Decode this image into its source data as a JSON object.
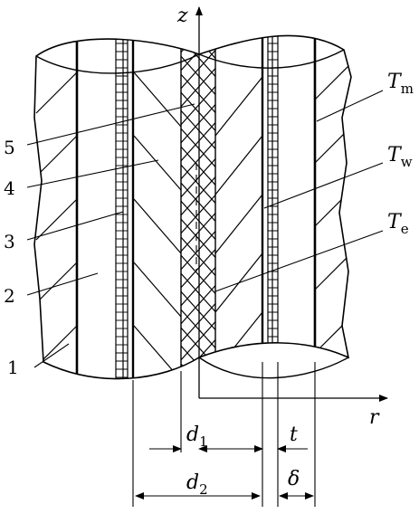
{
  "figure": {
    "axis_labels": {
      "vertical": "z",
      "horizontal": "r"
    },
    "layer_labels": [
      "1",
      "2",
      "3",
      "4",
      "5"
    ],
    "temperatures": [
      {
        "symbol": "T",
        "subscript": "m"
      },
      {
        "symbol": "T",
        "subscript": "w"
      },
      {
        "symbol": "T",
        "subscript": "e"
      }
    ],
    "dimensions": [
      {
        "symbol": "d",
        "subscript": "1"
      },
      {
        "symbol": "t",
        "subscript": ""
      },
      {
        "symbol": "d",
        "subscript": "2"
      },
      {
        "symbol": "δ",
        "subscript": ""
      }
    ]
  },
  "colors": {
    "ink": "#000000",
    "background": "#ffffff"
  }
}
